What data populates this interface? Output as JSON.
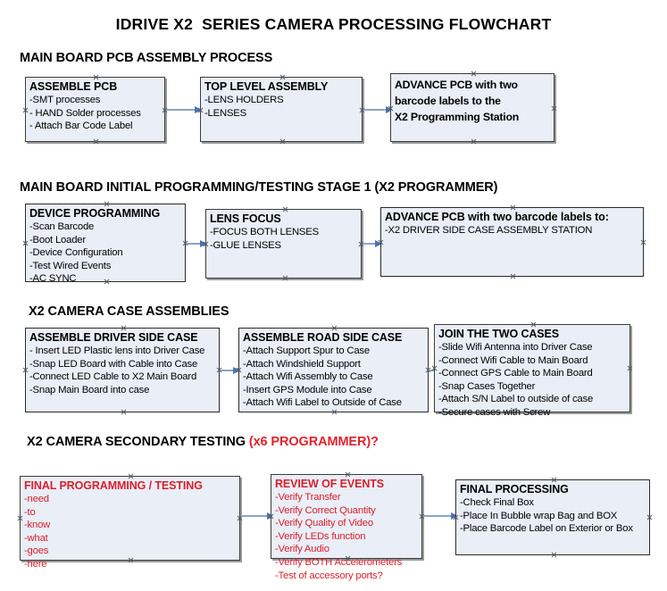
{
  "document": {
    "title": "IDRIVE X2  SERIES CAMERA PROCESSING FLOWCHART"
  },
  "sections": [
    {
      "id": "main-board-pcb-assembly",
      "heading": "MAIN BOARD PCB ASSEMBLY PROCESS",
      "heading_accent": "",
      "nodes": [
        {
          "id": "assemble-pcb",
          "title": "ASSEMBLE PCB",
          "lines": [
            "-SMT processes",
            "- HAND Solder processes",
            "- Attach Bar Code Label"
          ]
        },
        {
          "id": "top-level-assembly",
          "title": "TOP LEVEL ASSEMBLY",
          "lines": [
            "-LENS HOLDERS",
            "-LENSES"
          ]
        },
        {
          "id": "advance-pcb-programming-station",
          "title": "",
          "lines": [
            "ADVANCE PCB with two",
            "barcode labels to the",
            " X2 Programming Station"
          ]
        }
      ]
    },
    {
      "id": "main-board-initial-programming",
      "heading": "MAIN BOARD INITIAL PROGRAMMING/TESTING STAGE 1 (X2 PROGRAMMER)",
      "heading_accent": "",
      "nodes": [
        {
          "id": "device-programming",
          "title": "DEVICE PROGRAMMING",
          "lines": [
            "-Scan Barcode",
            "-Boot Loader",
            "-Device Configuration",
            "-Test Wired Events",
            "-AC SYNC"
          ]
        },
        {
          "id": "lens-focus",
          "title": "LENS FOCUS",
          "lines": [
            "-FOCUS BOTH LENSES",
            "-GLUE LENSES"
          ]
        },
        {
          "id": "advance-pcb-driver-side-case",
          "title": "ADVANCE PCB with two barcode labels to:",
          "lines": [
            "-X2 DRIVER  SIDE  CASE  ASSEMBLY STATION"
          ]
        }
      ]
    },
    {
      "id": "x2-camera-case-assemblies",
      "heading": "X2 CAMERA CASE ASSEMBLIES",
      "heading_accent": "",
      "nodes": [
        {
          "id": "assemble-driver-side-case",
          "title": "ASSEMBLE DRIVER SIDE CASE",
          "lines": [
            "- Insert LED Plastic lens into Driver Case",
            "-Snap LED Board with Cable into Case",
            "-Connect LED Cable to X2 Main Board",
            "-Snap Main Board into case"
          ]
        },
        {
          "id": "assemble-road-side-case",
          "title": "ASSEMBLE ROAD SIDE CASE",
          "lines": [
            "-Attach Support Spur to Case",
            "-Attach Windshield Support",
            "-Attach Wifi Assembly to Case",
            "-Insert GPS Module into Case",
            "-Attach Wifi Label to Outside of Case"
          ]
        },
        {
          "id": "join-the-two-cases",
          "title": "JOIN THE TWO CASES",
          "lines": [
            "-Slide Wifi Antenna into Driver Case",
            "-Connect Wifi Cable to Main Board",
            "-Connect GPS Cable to Main Board",
            "-Snap Cases Together",
            "-Attach S/N Label to outside of case",
            "-Secure cases with Screw"
          ]
        }
      ]
    },
    {
      "id": "x2-camera-secondary-testing",
      "heading": "X2 CAMERA SECONDARY TESTING ",
      "heading_accent": "(x6 PROGRAMMER)?",
      "nodes": [
        {
          "id": "final-programming-testing",
          "title": "FINAL PROGRAMMING / TESTING",
          "lines": [
            "-need",
            "-to",
            "-know",
            "-what",
            "-goes",
            "-here"
          ]
        },
        {
          "id": "review-of-events",
          "title": "REVIEW OF EVENTS",
          "lines": [
            "-Verify Transfer",
            "-Verify Correct Quantity",
            "-Verify Quality of Video",
            "-Verify LEDs function",
            "-Verify Audio",
            "-Verify BOTH Accelerometers",
            "-Test of accessory ports?"
          ]
        },
        {
          "id": "final-processing",
          "title": "FINAL PROCESSING",
          "lines": [
            " -Check Final Box",
            "-Place In Bubble wrap Bag and BOX",
            "-Place Barcode Label on Exterior or Box"
          ]
        }
      ]
    }
  ],
  "colors": {
    "node_fill": "#e9eef7",
    "node_border": "#3b3b3b",
    "node_shadow": "#9a9a9a",
    "connector_line": "#8ba4c0",
    "connector_arrow": "#4a72b8",
    "accent_red": "#d8202c",
    "text": "#000000"
  }
}
